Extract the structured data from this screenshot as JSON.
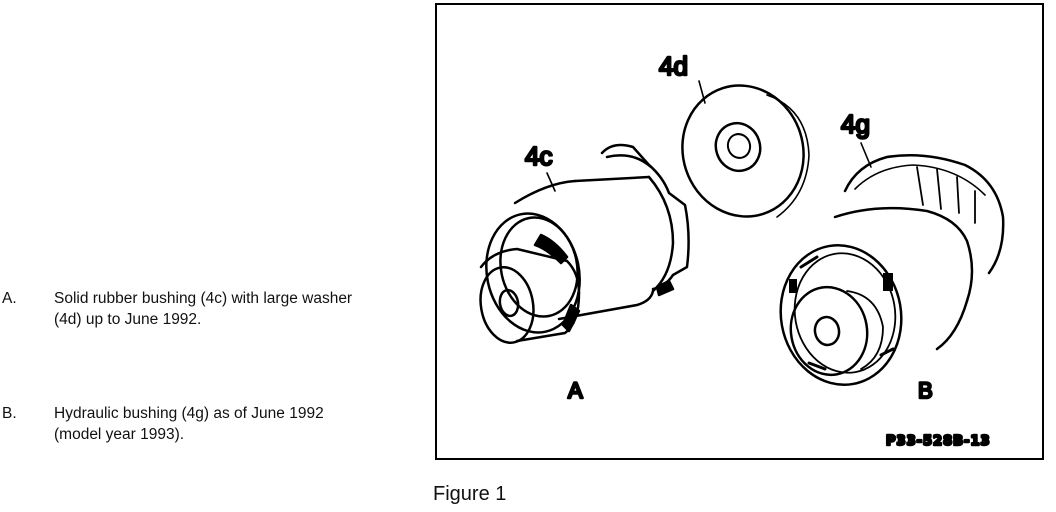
{
  "legend": {
    "items": [
      {
        "letter": "A.",
        "text": "Solid rubber bushing (4c) with large washer (4d) up to June 1992."
      },
      {
        "letter": "B.",
        "text": "Hydraulic bushing (4g) as of June 1992 (model year 1993)."
      }
    ]
  },
  "figure": {
    "callouts": {
      "c4c": "4c",
      "c4d": "4d",
      "c4g": "4g"
    },
    "part_labels": {
      "a": "A",
      "b": "B"
    },
    "code": "P33-528B-13",
    "caption": "Figure 1"
  }
}
